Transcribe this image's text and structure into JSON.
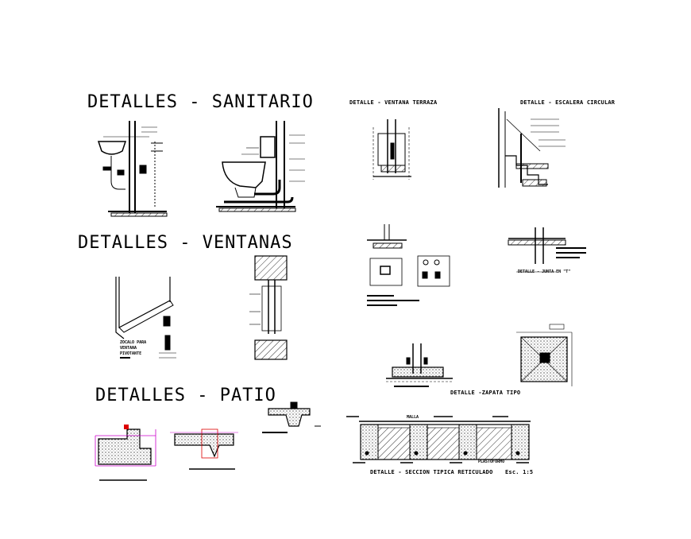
{
  "headings": {
    "sanitario": "DETALLES - SANITARIO",
    "ventanas": "DETALLES - VENTANAS",
    "patio": "DETALLES -  PATIO"
  },
  "labels": {
    "ventana_terraza": "DETALLE - VENTANA TERRAZA",
    "escalera_circular": "DETALLE - ESCALERA CIRCULAR",
    "junta_t": "DETALLE - JUNTA EN \"T\"",
    "zapata_tipo": "DETALLE -ZAPATA TIPO",
    "seccion_tipica": "DETALLE - SECCION TIPICA RETICULADO",
    "escala": "Esc. 1:5",
    "zocalo_line1": "ZOCALO PARA",
    "zocalo_line2": "VENTANA",
    "zocalo_line3": "PIVOTANTE",
    "malla": "MALLA",
    "plastoformo": "PLASTOFORMO"
  },
  "colors": {
    "ink": "#000000",
    "dimension": "#cc00cc",
    "accent_red": "#dd0000",
    "background": "#ffffff"
  }
}
